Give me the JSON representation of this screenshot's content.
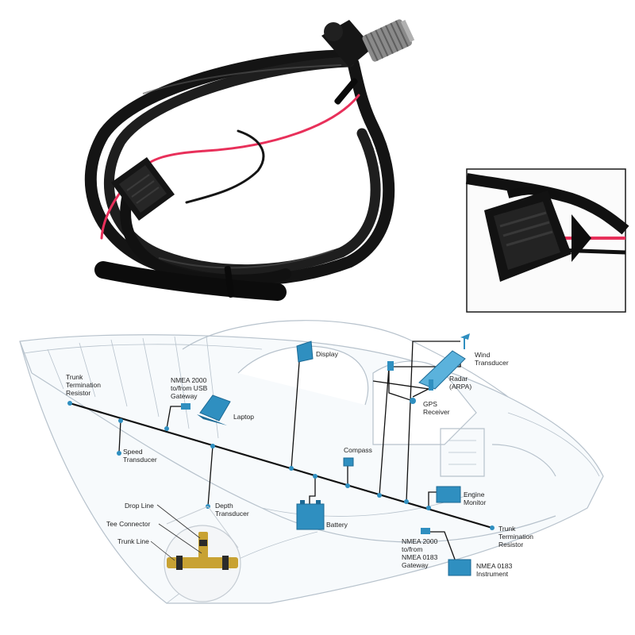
{
  "colors": {
    "device": "#2f8fc0",
    "device_dark": "#1d6a95",
    "trunk": "#111111",
    "cable": "#1a1a1a",
    "red_wire": "#e8305a",
    "boat_line": "#b7c2cc"
  },
  "labels": {
    "display": "Display",
    "wind": "Wind\nTransducer",
    "radar": "Radar\n(ARPA)",
    "gps": "GPS\nReceiver",
    "usb_gateway": "NMEA 2000\nto/from USB\nGateway",
    "laptop": "Laptop",
    "trunk_resistor_left": "Trunk\nTermination\nResistor",
    "speed": "Speed\nTransducer",
    "compass": "Compass",
    "engine": "Engine\nMonitor",
    "battery": "Battery",
    "depth": "Depth\nTransducer",
    "drop_line": "Drop Line",
    "tee_connector": "Tee Connector",
    "trunk_line": "Trunk Line",
    "trunk_resistor_right": "Trunk\nTermination\nResistor",
    "gateway_0183": "NMEA 2000\nto/from\nNMEA 0183\nGateway",
    "instrument_0183": "NMEA 0183\nInstrument"
  },
  "icons": [
    "circular-connector-icon",
    "inline-fuse-icon",
    "boat-icon",
    "display-icon",
    "laptop-icon",
    "radar-icon",
    "wind-transducer-icon",
    "gps-receiver-icon",
    "compass-icon",
    "engine-monitor-icon",
    "battery-icon",
    "gateway-icon",
    "instrument-icon",
    "tee-connector-icon"
  ]
}
